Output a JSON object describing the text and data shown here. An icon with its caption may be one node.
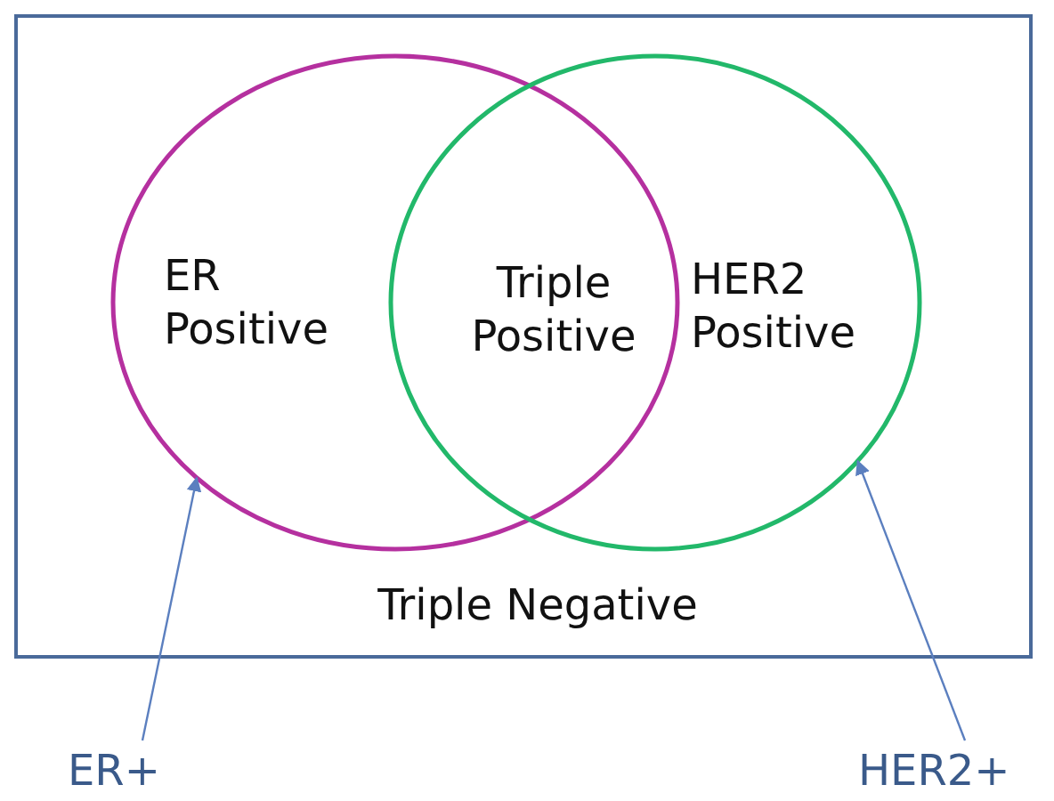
{
  "diagram": {
    "nodes": [
      {
        "text": [
          "Triple Negative"
        ]
      },
      {
        "text": [
          "ER Positive"
        ],
        "in": 0
      },
      {
        "text": [
          "HER2 Positive"
        ],
        "in": 0
      },
      {
        "text": [
          "ER+"
        ]
      },
      {
        "text": [
          "HER2+"
        ]
      }
    ],
    "edges": [
      {
        "from": 3,
        "to": 1,
        "arrow": "to"
      },
      {
        "from": 4,
        "to": 2,
        "arrow": "to"
      }
    ],
    "labels": [
      "Triple Positive"
    ]
  }
}
